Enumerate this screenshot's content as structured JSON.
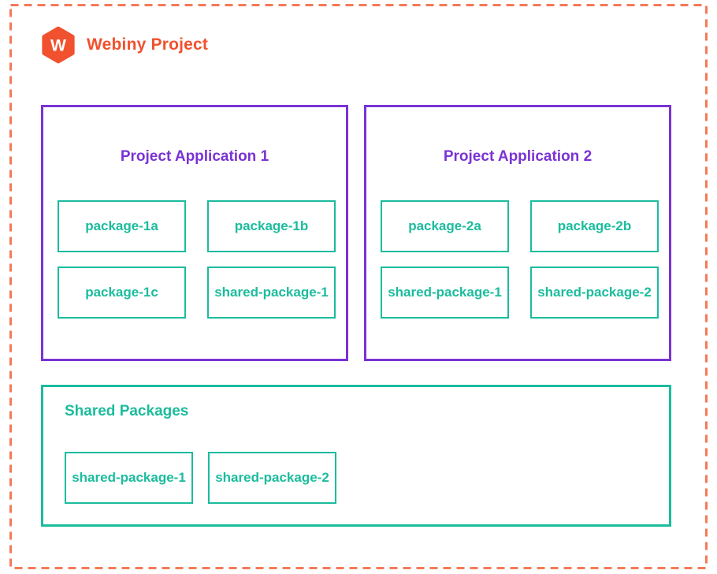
{
  "header": {
    "logo_letter": "W",
    "title": "Webiny Project"
  },
  "colors": {
    "orange": "#f1512e",
    "orange_light": "#f47a57",
    "purple": "#7a33d4",
    "teal": "#1bbc9d"
  },
  "applications": [
    {
      "title": "Project Application 1",
      "packages": [
        "package-1a",
        "package-1b",
        "package-1c",
        "shared-package-1"
      ]
    },
    {
      "title": "Project Application 2",
      "packages": [
        "package-2a",
        "package-2b",
        "shared-package-1",
        "shared-package-2"
      ]
    }
  ],
  "shared": {
    "title": "Shared Packages",
    "packages": [
      "shared-package-1",
      "shared-package-2"
    ]
  }
}
